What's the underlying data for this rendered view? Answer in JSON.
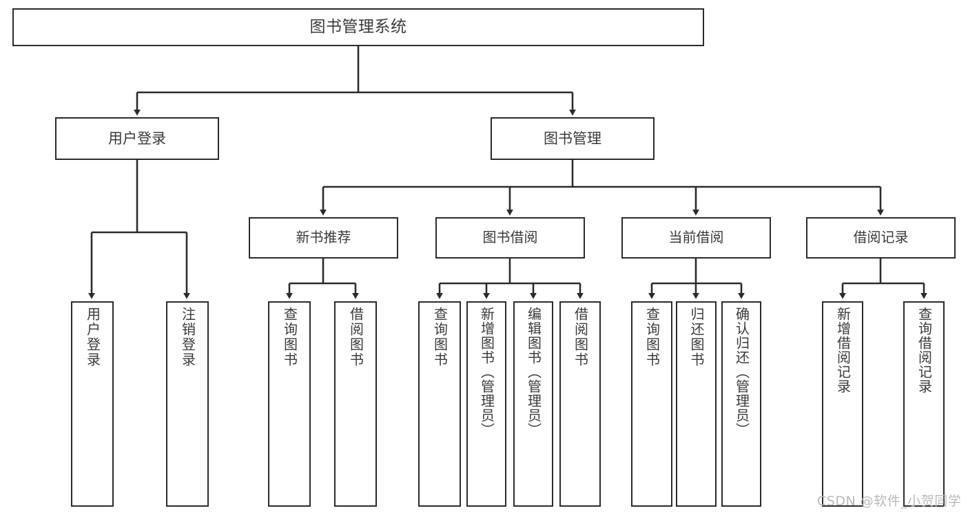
{
  "diagram": {
    "type": "tree-hierarchy",
    "title": "图书管理系统",
    "root": {
      "label": "图书管理系统"
    },
    "level2": [
      {
        "label": "用户登录"
      },
      {
        "label": "图书管理"
      }
    ],
    "level3": [
      {
        "label": "新书推荐"
      },
      {
        "label": "图书借阅"
      },
      {
        "label": "当前借阅"
      },
      {
        "label": "借阅记录"
      }
    ],
    "leaves": {
      "user_login": [
        {
          "label": "用户登录"
        },
        {
          "label": "注销登录"
        }
      ],
      "new_book_recommend": [
        {
          "label": "查询图书"
        },
        {
          "label": "借阅图书"
        }
      ],
      "book_borrow": [
        {
          "label": "查询图书"
        },
        {
          "label": "新增图书（管理员）"
        },
        {
          "label": "编辑图书（管理员）"
        },
        {
          "label": "借阅图书"
        }
      ],
      "current_borrow": [
        {
          "label": "查询图书"
        },
        {
          "label": "归还图书"
        },
        {
          "label": "确认归还（管理员）"
        }
      ],
      "borrow_record": [
        {
          "label": "新增借阅记录"
        },
        {
          "label": "查询借阅记录"
        }
      ]
    }
  },
  "watermark": {
    "text": "CSDN @软件_小贺同学"
  },
  "colors": {
    "stroke": "#2b2b2b",
    "text": "#3a3a3a",
    "background": "#ffffff",
    "watermark": "#b9b9b9"
  }
}
